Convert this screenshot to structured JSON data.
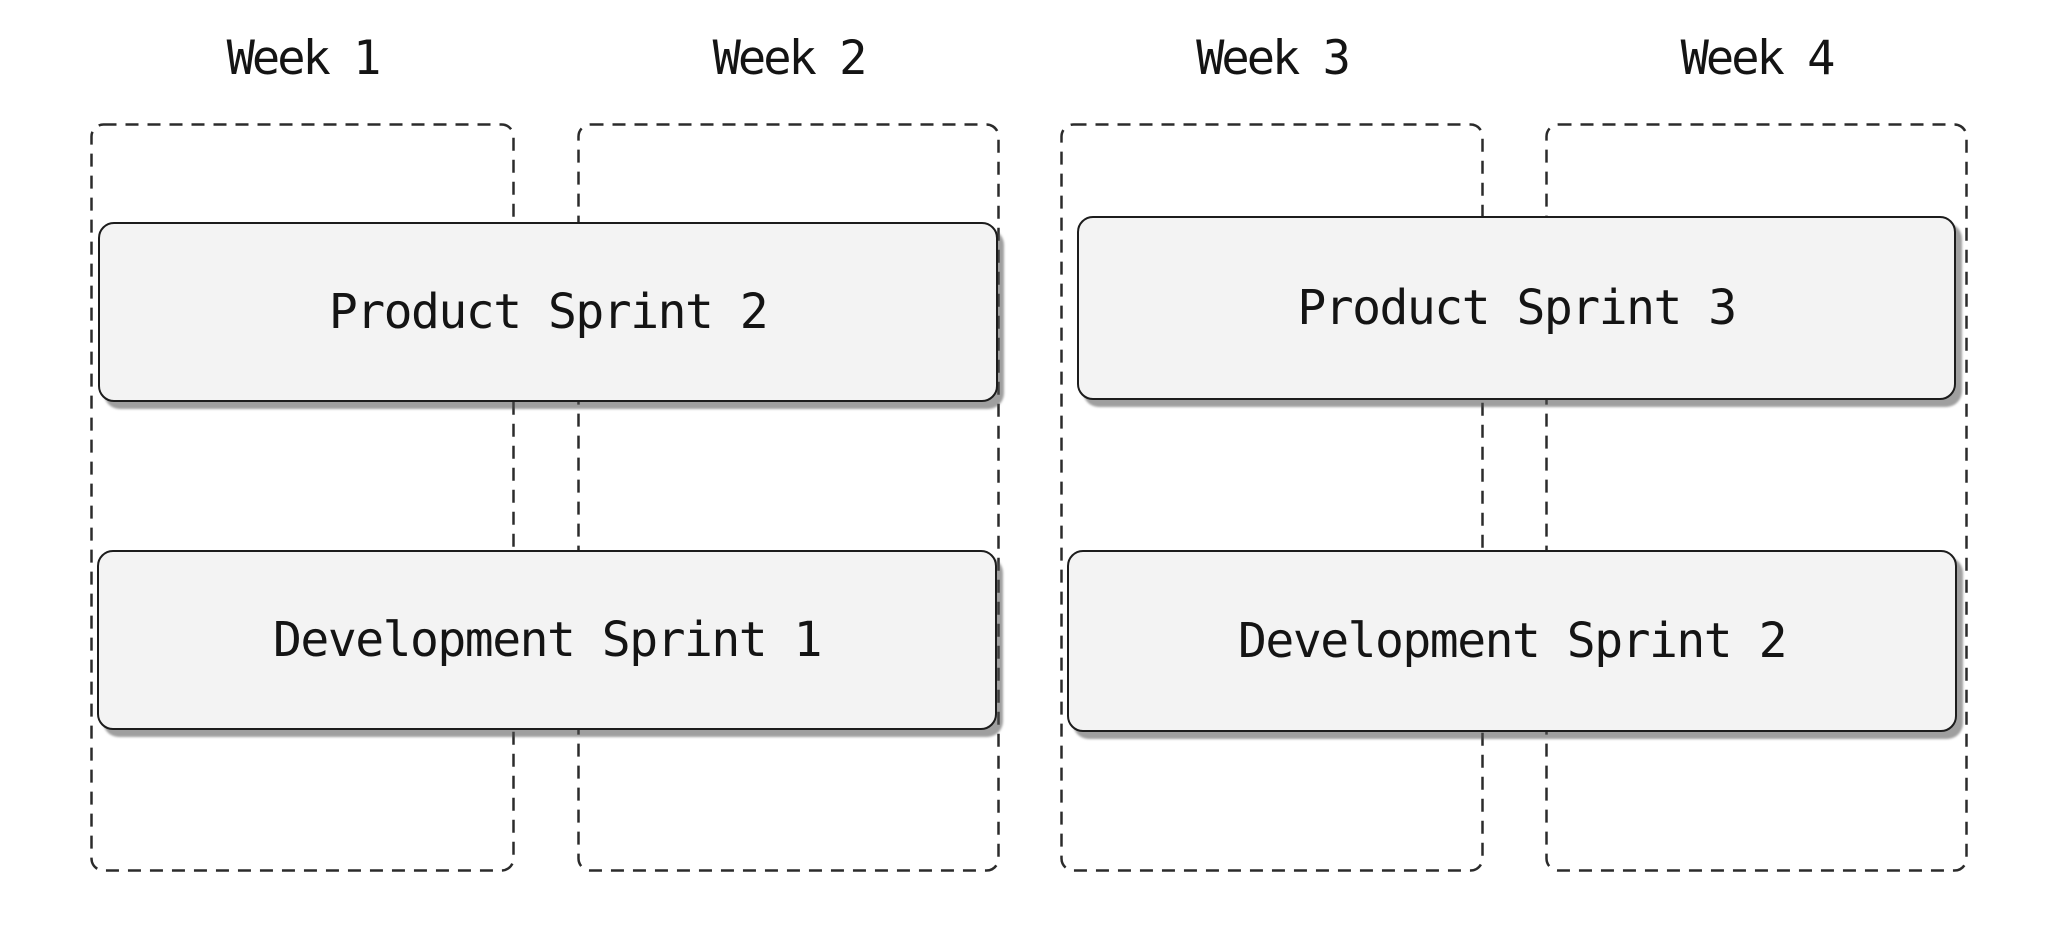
{
  "diagram": {
    "kind": "sprint-timeline",
    "weeks": [
      {
        "label": "Week 1"
      },
      {
        "label": "Week 2"
      },
      {
        "label": "Week 3"
      },
      {
        "label": "Week 4"
      }
    ],
    "tasks": [
      {
        "label": "Product Sprint 2",
        "row": 1,
        "spans_weeks": [
          "Week 1",
          "Week 2"
        ]
      },
      {
        "label": "Development Sprint 1",
        "row": 2,
        "spans_weeks": [
          "Week 1",
          "Week 2"
        ]
      },
      {
        "label": "Product Sprint 3",
        "row": 1,
        "spans_weeks": [
          "Week 3",
          "Week 4"
        ]
      },
      {
        "label": "Development Sprint 2",
        "row": 2,
        "spans_weeks": [
          "Week 3",
          "Week 4"
        ]
      }
    ],
    "colors": {
      "background": "#ffffff",
      "task_fill": "#f3f3f3",
      "task_border": "#1c1c1c",
      "task_shadow": "#8f8f8f",
      "dashed_outline": "#2b2b2b",
      "text": "#141414"
    }
  }
}
